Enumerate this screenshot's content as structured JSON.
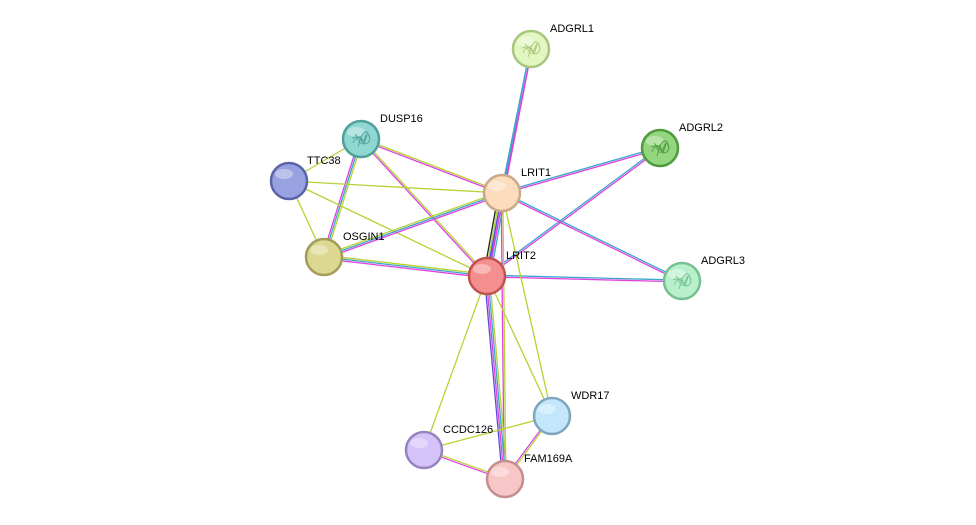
{
  "network": {
    "nodes": [
      {
        "id": "ADGRL1",
        "label": "ADGRL1",
        "fill": "#e3f5c0",
        "stroke": "#a7c77d",
        "icon": "protein-structure-icon"
      },
      {
        "id": "DUSP16",
        "label": "DUSP16",
        "fill": "#8fd8d2",
        "stroke": "#4f9f9a",
        "icon": "protein-structure-icon"
      },
      {
        "id": "ADGRL2",
        "label": "ADGRL2",
        "fill": "#93d67f",
        "stroke": "#4f9a3c",
        "icon": "protein-structure-icon"
      },
      {
        "id": "TTC38",
        "label": "TTC38",
        "fill": "#99a2e0",
        "stroke": "#5a63a8",
        "icon": ""
      },
      {
        "id": "LRIT1",
        "label": "LRIT1",
        "fill": "#fcdcbc",
        "stroke": "#c9a98a",
        "icon": ""
      },
      {
        "id": "OSGIN1",
        "label": "OSGIN1",
        "fill": "#dcd791",
        "stroke": "#a39c56",
        "icon": ""
      },
      {
        "id": "LRIT2",
        "label": "LRIT2",
        "fill": "#f58f8f",
        "stroke": "#c05252",
        "icon": ""
      },
      {
        "id": "ADGRL3",
        "label": "ADGRL3",
        "fill": "#b8f0cc",
        "stroke": "#77bf92",
        "icon": "protein-structure-icon"
      },
      {
        "id": "WDR17",
        "label": "WDR17",
        "fill": "#c4e6fb",
        "stroke": "#7fa6bf",
        "icon": ""
      },
      {
        "id": "CCDC126",
        "label": "CCDC126",
        "fill": "#d4c3f8",
        "stroke": "#9883c0",
        "icon": ""
      },
      {
        "id": "FAM169A",
        "label": "FAM169A",
        "fill": "#f7c6c6",
        "stroke": "#c48e8e",
        "icon": ""
      }
    ],
    "edges": [
      {
        "source": "ADGRL1",
        "target": "LRIT1",
        "colors": [
          "#e040e0",
          "#3aa6c9"
        ]
      },
      {
        "source": "ADGRL1",
        "target": "LRIT2",
        "colors": [
          "#e040e0",
          "#3aa6c9"
        ]
      },
      {
        "source": "ADGRL2",
        "target": "LRIT1",
        "colors": [
          "#e040e0",
          "#3aa6c9"
        ]
      },
      {
        "source": "ADGRL2",
        "target": "LRIT2",
        "colors": [
          "#e040e0",
          "#3aa6c9"
        ]
      },
      {
        "source": "ADGRL3",
        "target": "LRIT1",
        "colors": [
          "#e040e0",
          "#3aa6c9"
        ]
      },
      {
        "source": "ADGRL3",
        "target": "LRIT2",
        "colors": [
          "#e040e0",
          "#3aa6c9"
        ]
      },
      {
        "source": "DUSP16",
        "target": "LRIT1",
        "colors": [
          "#b5d334",
          "#e040e0"
        ]
      },
      {
        "source": "DUSP16",
        "target": "LRIT2",
        "colors": [
          "#b5d334",
          "#e040e0"
        ]
      },
      {
        "source": "DUSP16",
        "target": "OSGIN1",
        "colors": [
          "#b5d334",
          "#3aa6c9",
          "#e040e0"
        ]
      },
      {
        "source": "TTC38",
        "target": "LRIT1",
        "colors": [
          "#b5d334"
        ]
      },
      {
        "source": "TTC38",
        "target": "LRIT2",
        "colors": [
          "#b5d334"
        ]
      },
      {
        "source": "TTC38",
        "target": "OSGIN1",
        "colors": [
          "#b5d334"
        ]
      },
      {
        "source": "TTC38",
        "target": "DUSP16",
        "colors": [
          "#b5d334"
        ]
      },
      {
        "source": "OSGIN1",
        "target": "LRIT1",
        "colors": [
          "#b5d334",
          "#3aa6c9",
          "#e040e0"
        ]
      },
      {
        "source": "OSGIN1",
        "target": "LRIT2",
        "colors": [
          "#b5d334",
          "#3aa6c9",
          "#e040e0"
        ]
      },
      {
        "source": "LRIT1",
        "target": "LRIT2",
        "colors": [
          "#3aa6c9",
          "#e040e0",
          "#5a4bd8",
          "#b5d334",
          "#222222"
        ]
      },
      {
        "source": "LRIT1",
        "target": "WDR17",
        "colors": [
          "#b5d334"
        ]
      },
      {
        "source": "LRIT1",
        "target": "FAM169A",
        "colors": [
          "#b5d334",
          "#e040e0"
        ]
      },
      {
        "source": "LRIT2",
        "target": "WDR17",
        "colors": [
          "#b5d334"
        ]
      },
      {
        "source": "LRIT2",
        "target": "FAM169A",
        "colors": [
          "#b5d334",
          "#3aa6c9",
          "#e040e0",
          "#5a4bd8"
        ]
      },
      {
        "source": "LRIT2",
        "target": "CCDC126",
        "colors": [
          "#b5d334"
        ]
      },
      {
        "source": "CCDC126",
        "target": "FAM169A",
        "colors": [
          "#b5d334",
          "#e040e0"
        ]
      },
      {
        "source": "CCDC126",
        "target": "WDR17",
        "colors": [
          "#b5d334"
        ]
      },
      {
        "source": "WDR17",
        "target": "FAM169A",
        "colors": [
          "#b5d334",
          "#e040e0"
        ]
      }
    ]
  }
}
